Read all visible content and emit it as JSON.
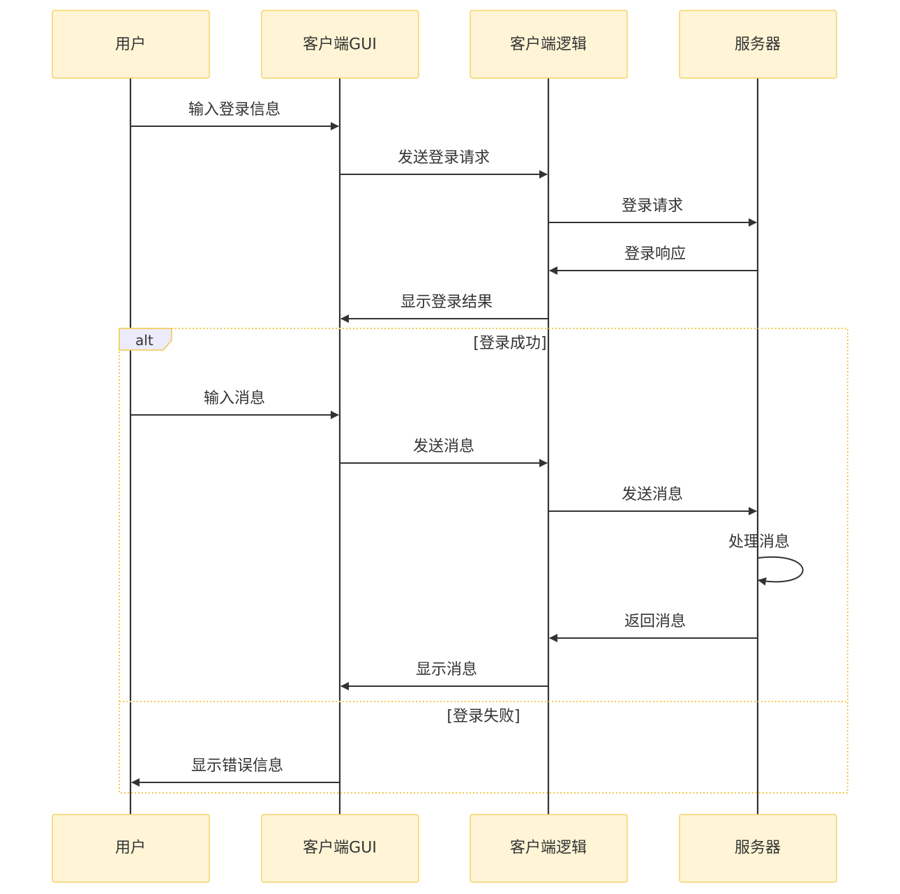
{
  "actors": [
    {
      "id": "user",
      "label": "用户"
    },
    {
      "id": "gui",
      "label": "客户端GUI"
    },
    {
      "id": "logic",
      "label": "客户端逻辑"
    },
    {
      "id": "server",
      "label": "服务器"
    }
  ],
  "messages": [
    {
      "from": "user",
      "to": "gui",
      "label": "输入登录信息"
    },
    {
      "from": "gui",
      "to": "logic",
      "label": "发送登录请求"
    },
    {
      "from": "logic",
      "to": "server",
      "label": "登录请求"
    },
    {
      "from": "server",
      "to": "logic",
      "label": "登录响应"
    },
    {
      "from": "logic",
      "to": "gui",
      "label": "显示登录结果"
    },
    {
      "from": "user",
      "to": "gui",
      "label": "输入消息"
    },
    {
      "from": "gui",
      "to": "logic",
      "label": "发送消息"
    },
    {
      "from": "logic",
      "to": "server",
      "label": "发送消息"
    },
    {
      "from": "server",
      "to": "server",
      "label": "处理消息"
    },
    {
      "from": "server",
      "to": "logic",
      "label": "返回消息"
    },
    {
      "from": "logic",
      "to": "gui",
      "label": "显示消息"
    },
    {
      "from": "gui",
      "to": "user",
      "label": "显示错误信息"
    }
  ],
  "alt_frame": {
    "keyword": "alt",
    "conditions": [
      "[登录成功]",
      "[登录失败]"
    ]
  },
  "colors": {
    "actor_fill": "#fff5d6",
    "actor_stroke": "#f2c94c",
    "line": "#333333",
    "alt_tag_fill": "#ecebfb"
  }
}
